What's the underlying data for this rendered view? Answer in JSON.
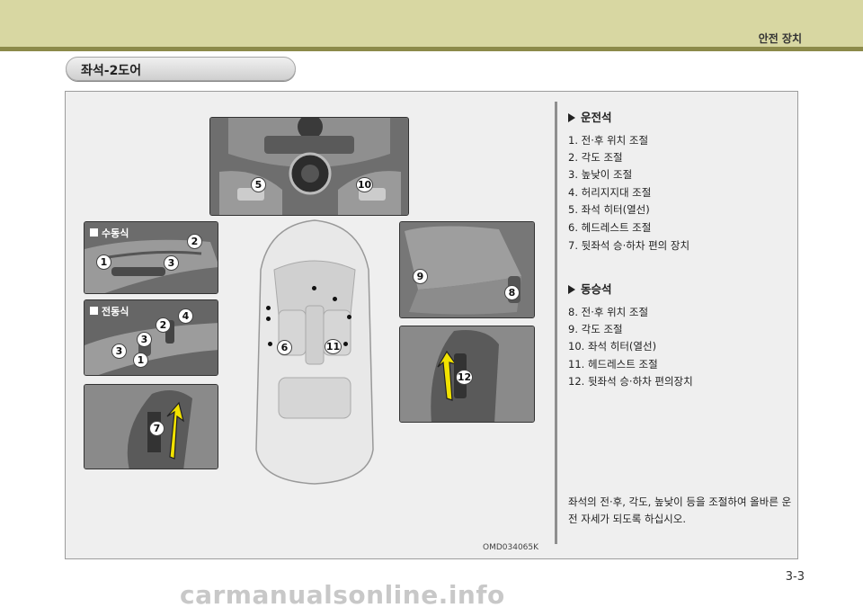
{
  "header": {
    "chapter": "안전 장치"
  },
  "section_title": "좌석-2도어",
  "figure": {
    "caption": "OMD034065K",
    "panels": {
      "manual": "수동식",
      "power": "전동식"
    }
  },
  "driver": {
    "heading": "운전석",
    "items": [
      "1.  전·후 위치 조절",
      "2.  각도 조절",
      "3.  높낮이 조절",
      "4.  허리지지대 조절",
      "5.  좌석 히터(열선)",
      "6.  헤드레스트 조절",
      "7.  뒷좌석 승·하차 편의 장치"
    ]
  },
  "passenger": {
    "heading": "동승석",
    "items": [
      "8.  전·후 위치 조절",
      "9.  각도 조절",
      "10. 좌석 히터(열선)",
      "11. 헤드레스트 조절",
      "12. 뒷좌석 승·하차 편의장치"
    ]
  },
  "note": "좌석의 전·후, 각도, 높낮이 등을 조절하여 올바른 운전 자세가 되도록 하십시오.",
  "page_number": "3-3",
  "watermark": "carmanualsonline.info",
  "callouts": {
    "c1": "1",
    "c2": "2",
    "c3": "3",
    "c4": "4",
    "c5": "5",
    "c6": "6",
    "c7": "7",
    "c8": "8",
    "c9": "9",
    "c10": "10",
    "c11": "11",
    "c12": "12"
  }
}
